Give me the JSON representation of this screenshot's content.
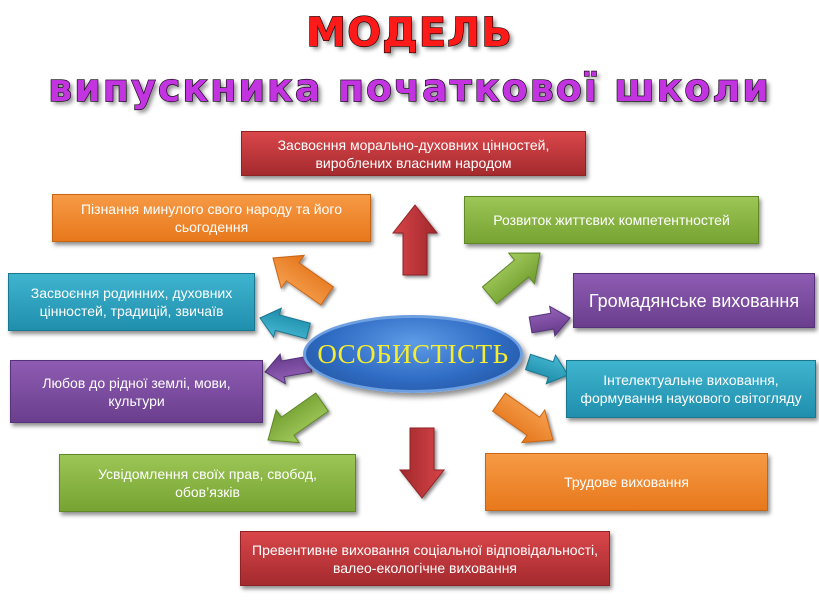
{
  "title": {
    "line1": "МОДЕЛЬ",
    "line2": "випускника  початкової  школи"
  },
  "center": {
    "label": "ОСОБИСТІСТЬ"
  },
  "boxes": {
    "top": "Засвоєння морально-духовних цінностей, вироблених власним народом",
    "left1": "Пізнання минулого свого народу та його сьогодення",
    "left2": "Засвоєння родинних, духовних цінностей, традицій, звичаїв",
    "left3": "Любов до рідної землі, мови, культури",
    "left4": "Усвідомлення своїх прав, свобод, обов’язків",
    "bottom": "Превентивне виховання соціальної відповідальності, валео-екологічне виховання",
    "right1": "Розвиток життєвих компетентностей",
    "right2": "Громадянське виховання",
    "right3": "Інтелектуальне виховання, формування наукового світогляду",
    "right4": "Трудове виховання"
  },
  "colors": {
    "red": "#b83236",
    "orange": "#f08a2e",
    "green": "#8ab545",
    "blue": "#2ea1bf",
    "purple": "#7c4aa0",
    "center_fill": "#2f6cc4",
    "center_text": "#f5ee2e"
  }
}
